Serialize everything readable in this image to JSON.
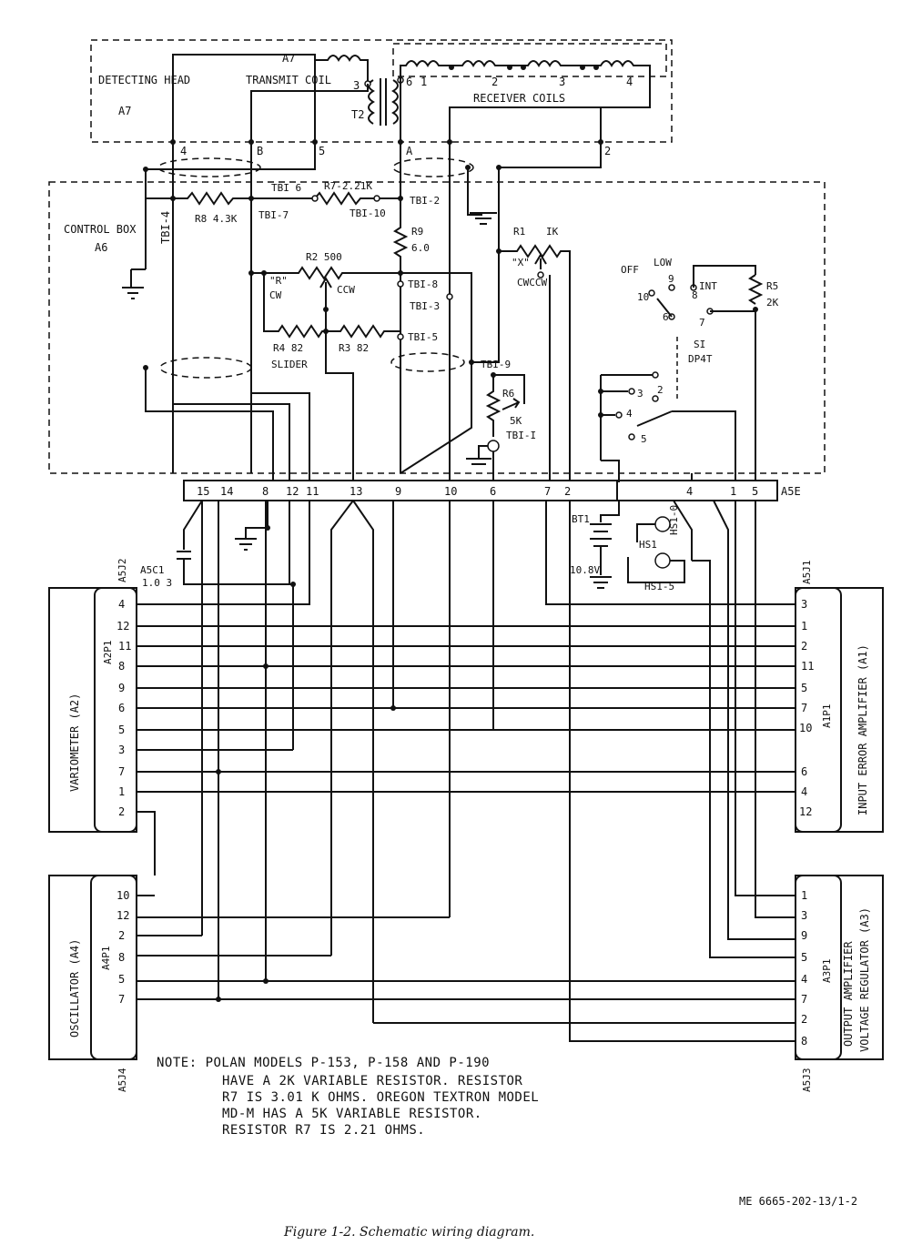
{
  "head": {
    "box": "DETECTING HEAD",
    "ref": "A7",
    "transmit": "TRANSMIT COIL",
    "t2": "T2",
    "receiver": "RECEIVER COILS",
    "coil_nums": [
      "1",
      "2",
      "3",
      "4"
    ],
    "top_a7": "A7",
    "term_left": "3",
    "term_right": "6",
    "conn": [
      "4",
      "B",
      "5",
      "A",
      "2"
    ]
  },
  "control": {
    "box": "CONTROL BOX",
    "ref": "A6",
    "tb_vertical": "TBI-4",
    "tb1_6": "TBI 6",
    "r7": "R7-2.21K",
    "tb1_2": "TBI-2",
    "r8": "R8 4.3K",
    "tb1_7": "TBI-7",
    "tb1_10": "TBI-10",
    "r9": "R9",
    "r9v": "6.0",
    "r2": "R2 500",
    "r_r": "\"R\"",
    "cw": "CW",
    "ccw": "CCW",
    "tb1_8": "TBI-8",
    "tb1_3": "TBI-3",
    "tb1_5": "TBI-5",
    "r4": "R4 82",
    "r3": "R3 82",
    "slider": "SLIDER",
    "r1": "R1",
    "r1v": "IK",
    "x": "\"X\"",
    "cwccw": "CWCCW",
    "tb1_9": "TBI-9",
    "r6": "R6",
    "r6v": "5K",
    "tb1_1": "TBI-I",
    "off": "OFF",
    "low": "LOW",
    "int": "INT",
    "sw_nums": [
      "9",
      "10",
      "8",
      "6",
      "7",
      "3",
      "2",
      "4",
      "5"
    ],
    "r5": "R5",
    "r5v": "2K",
    "s1": "SI",
    "dp4t": "DP4T"
  },
  "a5e": {
    "label": "A5E",
    "pins": [
      "15",
      "14",
      "8",
      "12",
      "11",
      "13",
      "9",
      "10",
      "6",
      "7",
      "2",
      "4",
      "1",
      "5"
    ]
  },
  "a5c1": {
    "label": "A5C1",
    "value": "1.0 3"
  },
  "battery": {
    "label": "BT1",
    "value": "10.8V",
    "hs1": "HS1",
    "hs1_0": "HS1-0",
    "hs1_5": "HS1-5"
  },
  "variometer": {
    "name": "VARIOMETER (A2)",
    "plug": "A2P1",
    "jack": "A5J2",
    "pins": [
      "4",
      "12",
      "11",
      "8",
      "9",
      "6",
      "5",
      "3",
      "7",
      "1",
      "2"
    ]
  },
  "oscillator": {
    "name": "OSCILLATOR (A4)",
    "plug": "A4P1",
    "jack": "A5J4",
    "pins": [
      "10",
      "12",
      "2",
      "8",
      "5",
      "7"
    ]
  },
  "input_amp": {
    "name": "INPUT ERROR AMPLIFIER (A1)",
    "plug": "A1P1",
    "jack": "A5J1",
    "pins": [
      "3",
      "1",
      "2",
      "11",
      "5",
      "7",
      "10",
      "6",
      "4",
      "12"
    ]
  },
  "output_amp": {
    "name1": "OUTPUT AMPLIFIER",
    "name2": "VOLTAGE REGULATOR (A3)",
    "plug": "A3P1",
    "jack": "A5J3",
    "pins": [
      "1",
      "3",
      "9",
      "5",
      "4",
      "7",
      "2",
      "8"
    ]
  },
  "note": {
    "l1": "NOTE:  POLAN MODELS P-153, P-158 AND P-190",
    "l2": "HAVE A 2K VARIABLE RESISTOR.  RESISTOR",
    "l3": "R7 IS 3.01 K OHMS.  OREGON TEXTRON MODEL",
    "l4": "MD-M HAS A 5K VARIABLE RESISTOR.",
    "l5": "RESISTOR R7 IS 2.21 OHMS."
  },
  "ref_code": "ME 6665-202-13/1-2",
  "caption": "Figure 1-2. Schematic wiring diagram."
}
